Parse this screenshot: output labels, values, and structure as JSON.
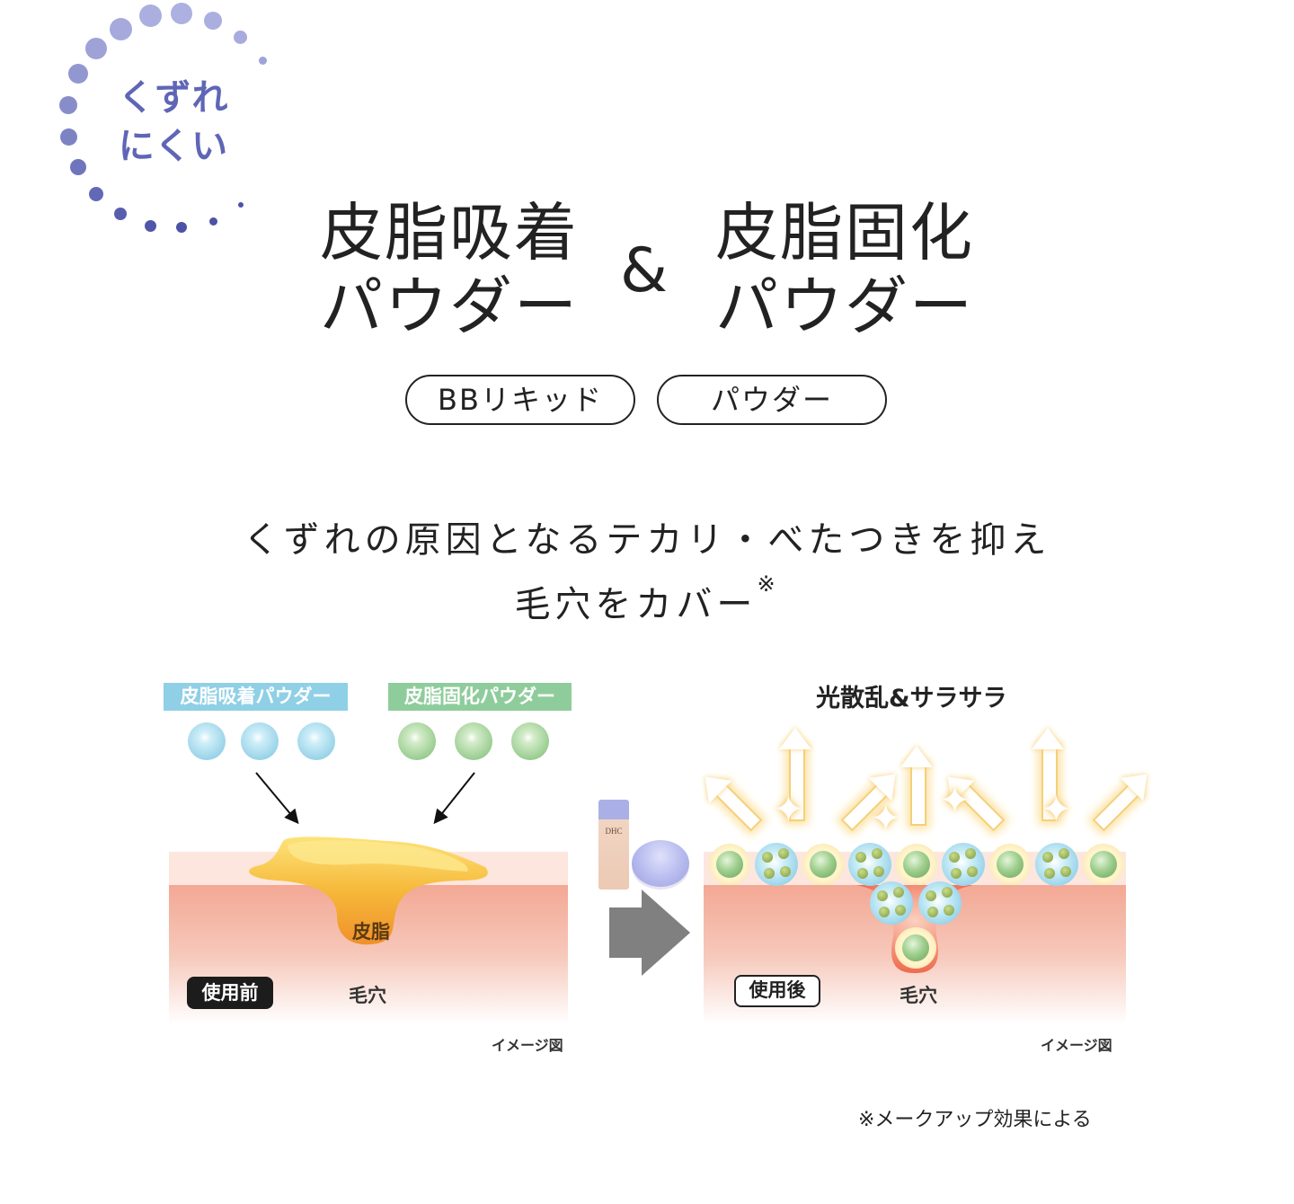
{
  "badge": {
    "line1": "くずれ",
    "line2": "にくい",
    "color": "#5f66b6"
  },
  "headline": {
    "left": {
      "line1": "皮脂吸着",
      "line2": "パウダー"
    },
    "ampersand": "&",
    "right": {
      "line1": "皮脂固化",
      "line2": "パウダー"
    }
  },
  "pills": [
    "BBリキッド",
    "パウダー"
  ],
  "lead": {
    "line1": "くずれの原因となるテカリ・べたつきを抑え",
    "line2": "毛穴をカバー",
    "mark": "※"
  },
  "diagram": {
    "before": {
      "tag_absorb": "皮脂吸着パウダー",
      "tag_solidify": "皮脂固化パウダー",
      "tag_absorb_color": "#8fd0e6",
      "tag_solidify_color": "#8fcc9c",
      "sebum_label": "皮脂",
      "pore_label": "毛穴",
      "state_label": "使用前",
      "image_note": "イメージ図"
    },
    "after": {
      "title": "光散乱&サラサラ",
      "pore_label": "毛穴",
      "state_label": "使用後",
      "image_note": "イメージ図"
    },
    "product_brand": "DHC"
  },
  "footnote": "※メークアップ効果による"
}
